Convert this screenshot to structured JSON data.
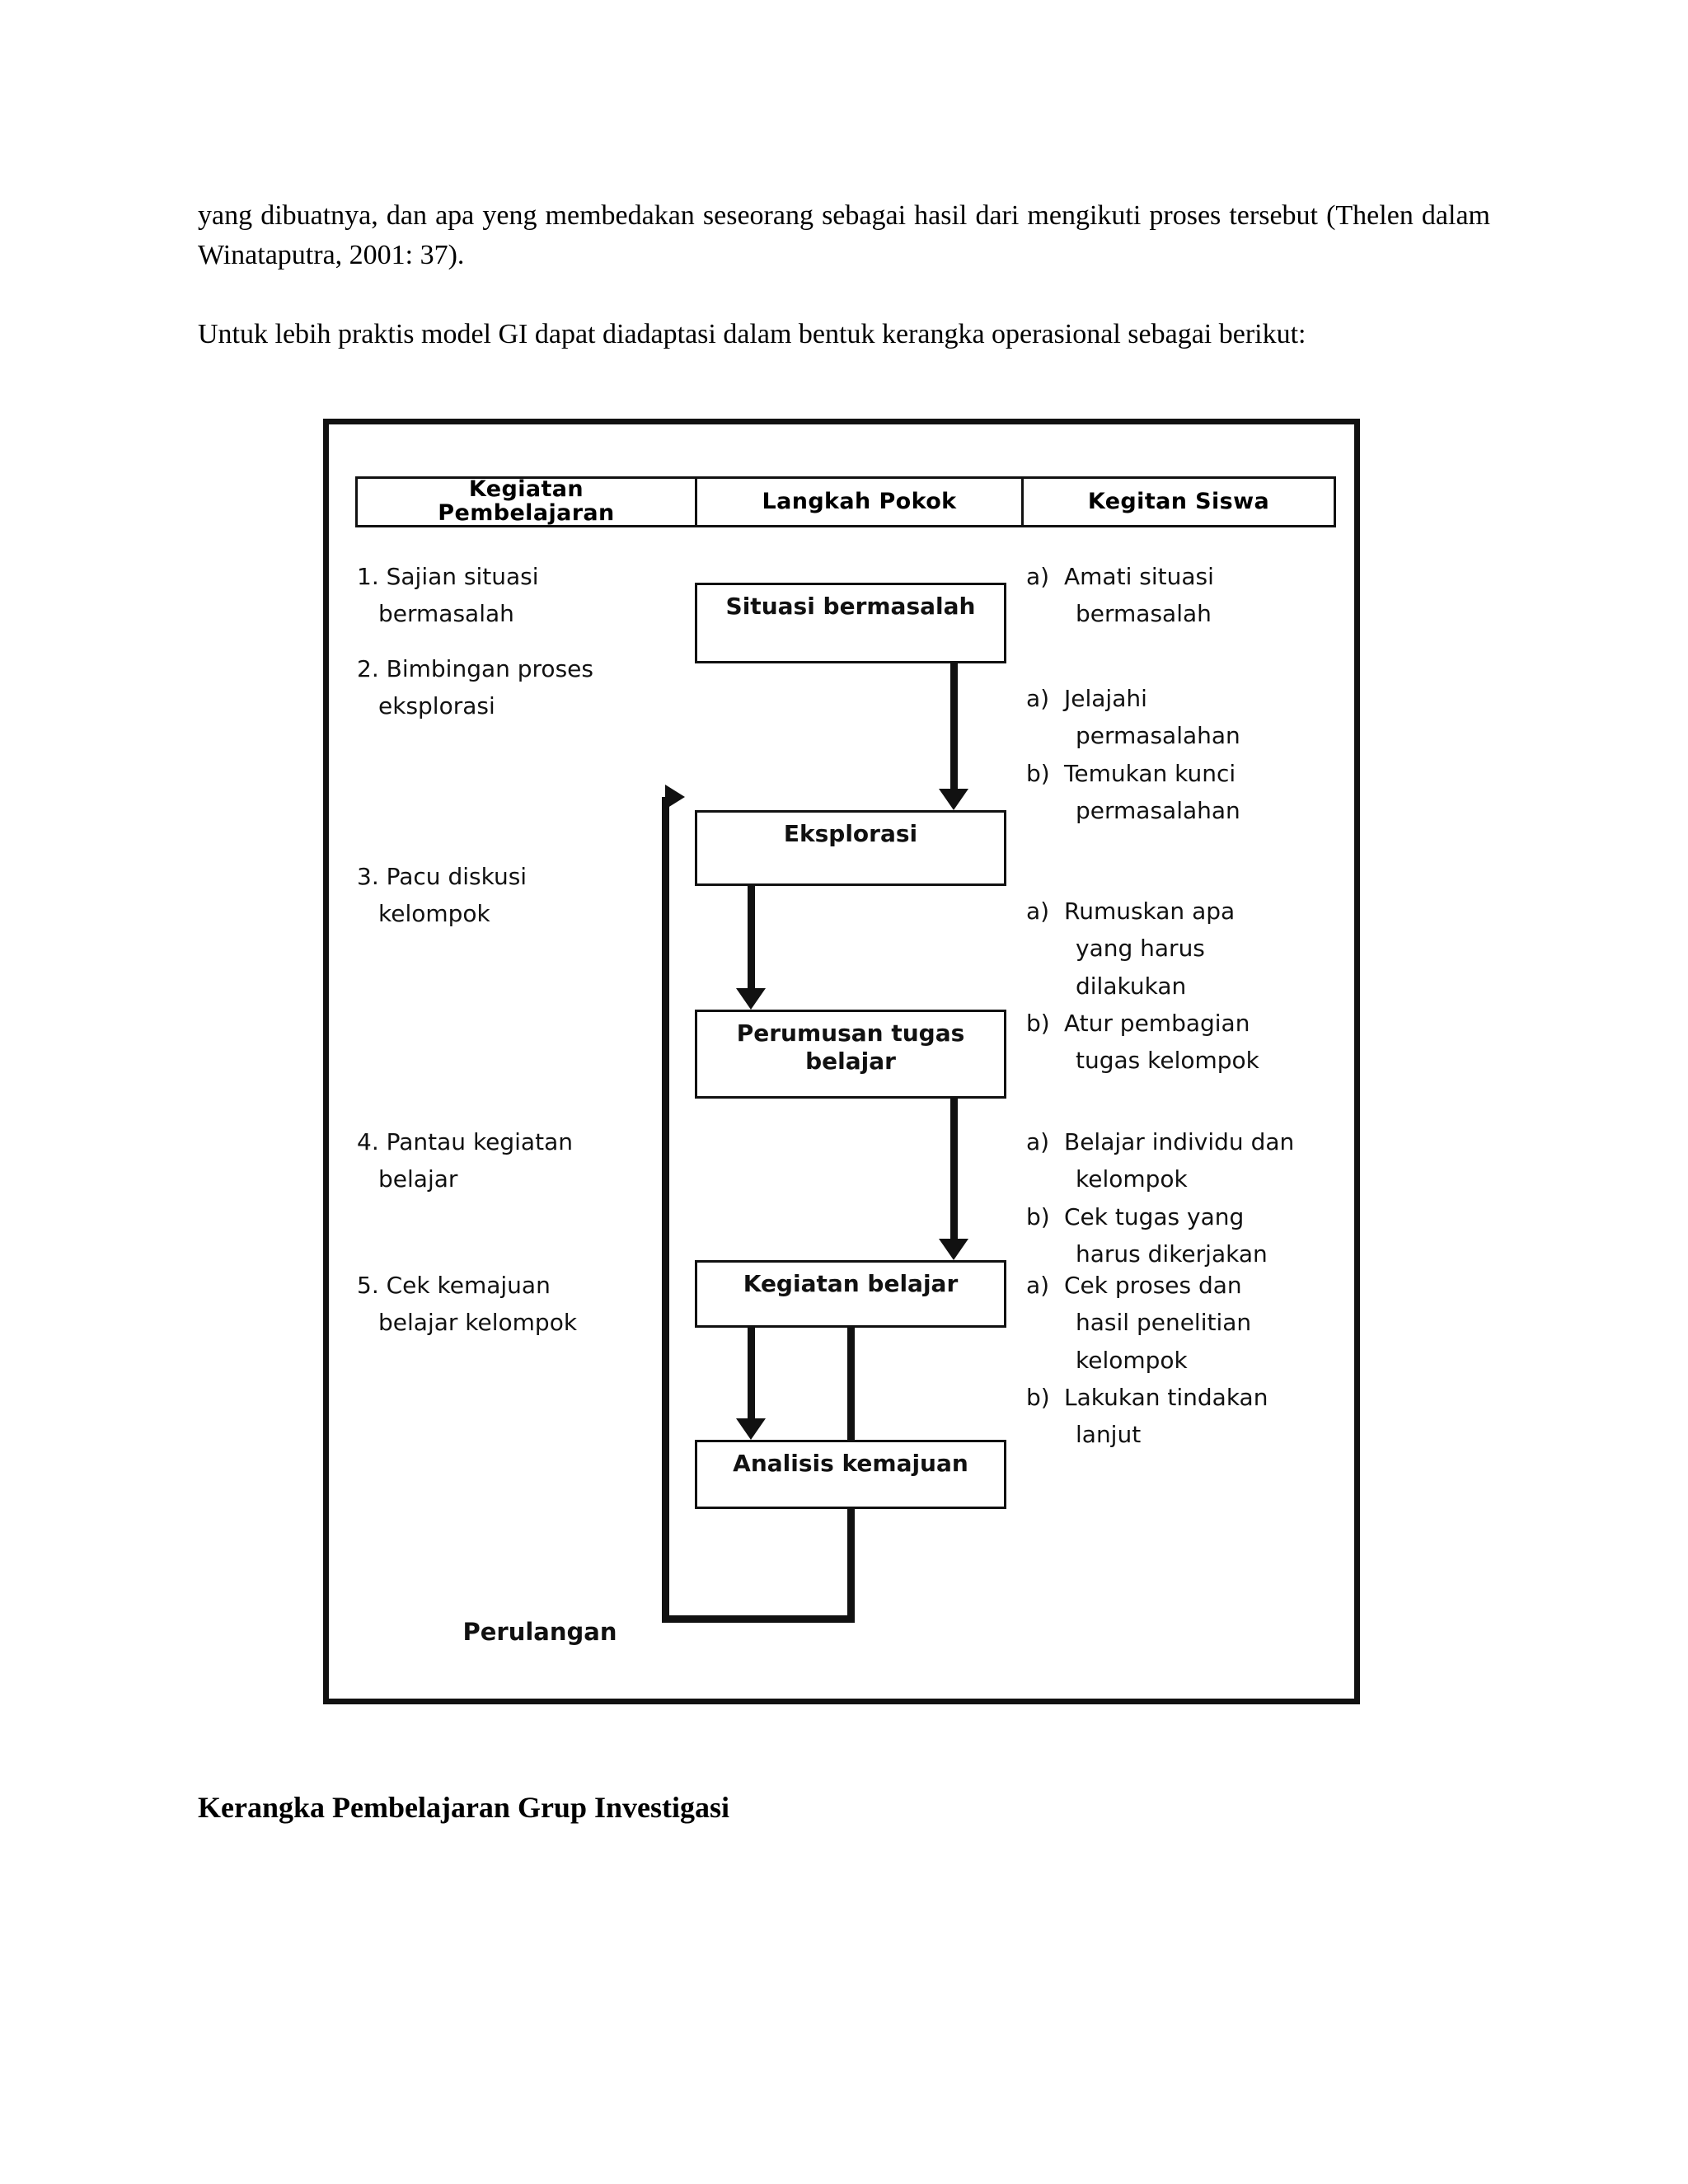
{
  "document": {
    "paragraphs": [
      "yang dibuatnya, dan apa yeng membedakan seseorang sebagai hasil dari mengikuti proses tersebut (Thelen dalam Winataputra, 2001: 37).",
      "Untuk lebih praktis model GI dapat diadaptasi dalam bentuk kerangka operasional sebagai berikut:"
    ],
    "caption": "Kerangka Pembelajaran Grup Investigasi"
  },
  "diagram": {
    "headers": [
      "Kegiatan\nPembelajaran",
      "Langkah Pokok",
      "Kegitan Siswa"
    ],
    "teacher_steps": [
      {
        "num": "1.",
        "line1": "Sajian situasi",
        "line2": "bermasalah"
      },
      {
        "num": "2.",
        "line1": "Bimbingan proses",
        "line2": "eksplorasi"
      },
      {
        "num": "3.",
        "line1": "Pacu diskusi",
        "line2": "kelompok"
      },
      {
        "num": "4.",
        "line1": "Pantau kegiatan",
        "line2": "belajar"
      },
      {
        "num": "5.",
        "line1": "Cek kemajuan",
        "line2": "belajar kelompok"
      }
    ],
    "flow_boxes": [
      "Situasi bermasalah",
      "Eksplorasi",
      "Perumusan tugas\nbelajar",
      "Kegiatan belajar",
      "Analisis kemajuan"
    ],
    "student_steps": [
      {
        "items": [
          {
            "marker": "a)",
            "line1": "Amati situasi",
            "line2": "bermasalah"
          }
        ]
      },
      {
        "items": [
          {
            "marker": "a)",
            "line1": "Jelajahi",
            "line2": "permasalahan"
          },
          {
            "marker": "b)",
            "line1": "Temukan kunci",
            "line2": "permasalahan"
          }
        ]
      },
      {
        "items": [
          {
            "marker": "a)",
            "line1": "Rumuskan apa",
            "line2": "yang harus",
            "line3": "dilakukan"
          },
          {
            "marker": "b)",
            "line1": "Atur pembagian",
            "line2": "tugas kelompok"
          }
        ]
      },
      {
        "items": [
          {
            "marker": "a)",
            "line1": "Belajar individu dan",
            "line2": "kelompok"
          },
          {
            "marker": "b)",
            "line1": "Cek tugas yang",
            "line2": "harus dikerjakan"
          }
        ]
      },
      {
        "items": [
          {
            "marker": "a)",
            "line1": "Cek proses dan",
            "line2": "hasil penelitian",
            "line3": "kelompok"
          },
          {
            "marker": "b)",
            "line1": "Lakukan tindakan",
            "line2": "lanjut"
          }
        ]
      }
    ],
    "loop_label": "Perulangan",
    "colors": {
      "ink": "#111111",
      "frame": "#111111",
      "background": "#ffffff"
    }
  }
}
